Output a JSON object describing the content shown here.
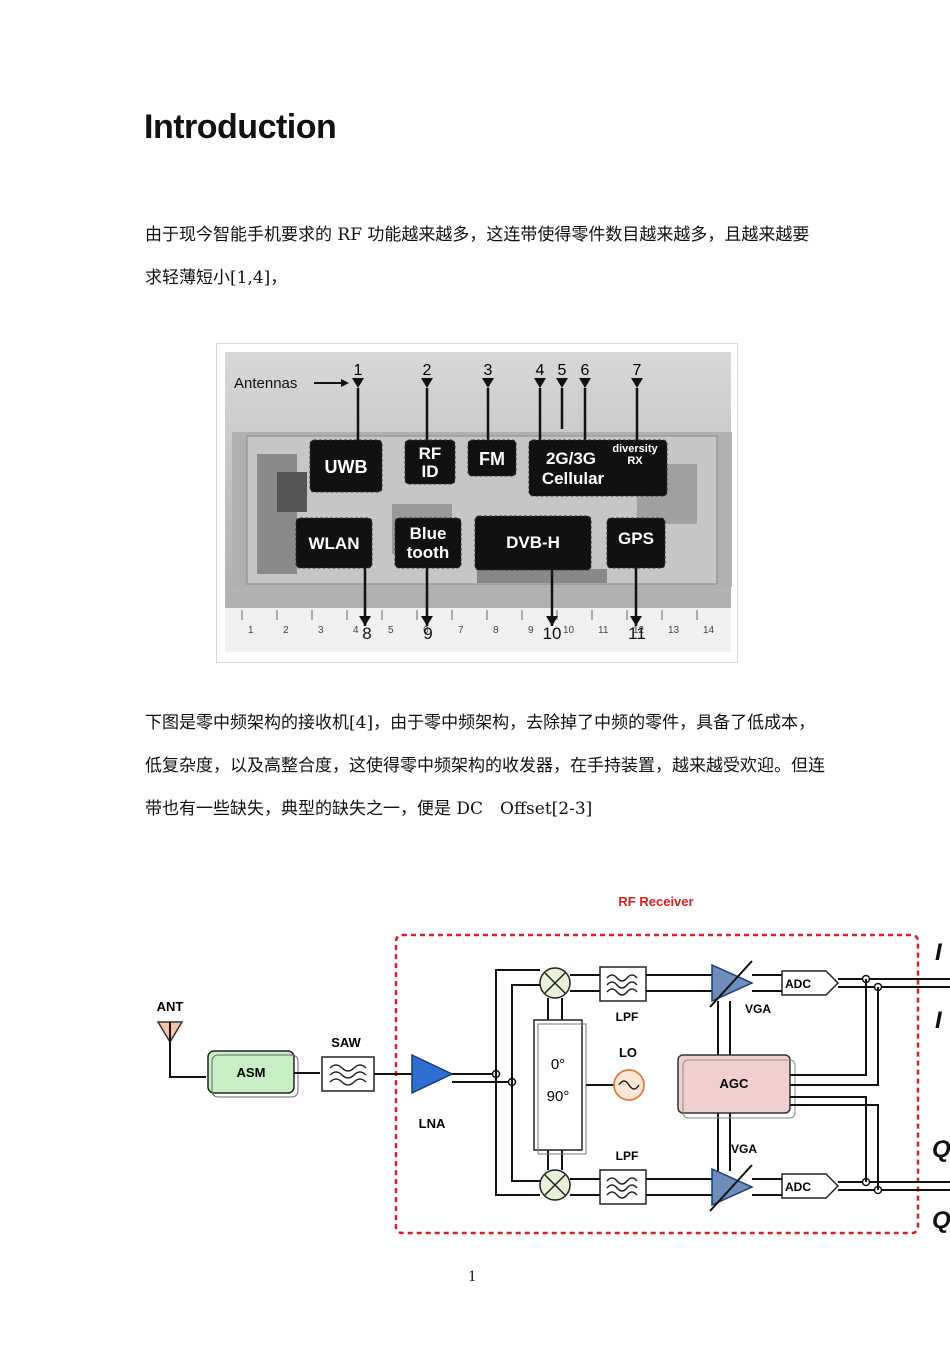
{
  "heading": "Introduction",
  "paragraph1": "由于现今智能手机要求的 RF 功能越来越多，这连带使得零件数目越来越多，且越来越要求轻薄短小[1,4]，",
  "paragraph2": "下图是零中频架构的接收机[4]，由于零中频架构，去除掉了中频的零件，具备了低成本，低复杂度，以及高整合度，这使得零中频架构的收发器，在手持装置，越来越受欢迎。但连带也有一些缺失，典型的缺失之一，便是 DC　Offset[2-3]",
  "figure1": {
    "antennas_label": "Antennas",
    "top_numbers": [
      "1",
      "2",
      "3",
      "4",
      "5",
      "6",
      "7"
    ],
    "bottom_numbers": [
      "8",
      "9",
      "10",
      "11"
    ],
    "chips": {
      "uwb": "UWB",
      "rfid_line1": "RF",
      "rfid_line2": "ID",
      "fm": "FM",
      "cellular_line1": "2G/3G",
      "cellular_line2": "Cellular",
      "diversity_line1": "diversity",
      "diversity_line2": "RX",
      "wlan": "WLAN",
      "bt_line1": "Blue",
      "bt_line2": "tooth",
      "dvbh": "DVB-H",
      "gps": "GPS"
    },
    "ruler_ticks": [
      "1",
      "2",
      "3",
      "4",
      "5",
      "6",
      "7",
      "8",
      "9",
      "10",
      "11",
      "12",
      "13",
      "14"
    ]
  },
  "figure2": {
    "title": "RF Receiver",
    "ant": "ANT",
    "asm": "ASM",
    "saw": "SAW",
    "lna": "LNA",
    "lpf_top": "LPF",
    "lpf_bottom": "LPF",
    "lo": "LO",
    "phase_0": "0°",
    "phase_90": "90°",
    "agc": "AGC",
    "vga_top": "VGA",
    "vga_bottom": "VGA",
    "adc_top": "ADC",
    "adc_bottom": "ADC",
    "out1": "I",
    "out2": "I",
    "out3": "Q",
    "out4": "Q"
  },
  "page_number": "1",
  "colors": {
    "red_dashed": "#d42020",
    "lna_blue": "#2f6fd1",
    "asm_green": "#c8f0c4",
    "agc_pink": "#f1cfcf",
    "lo_orange": "#e07a45"
  }
}
